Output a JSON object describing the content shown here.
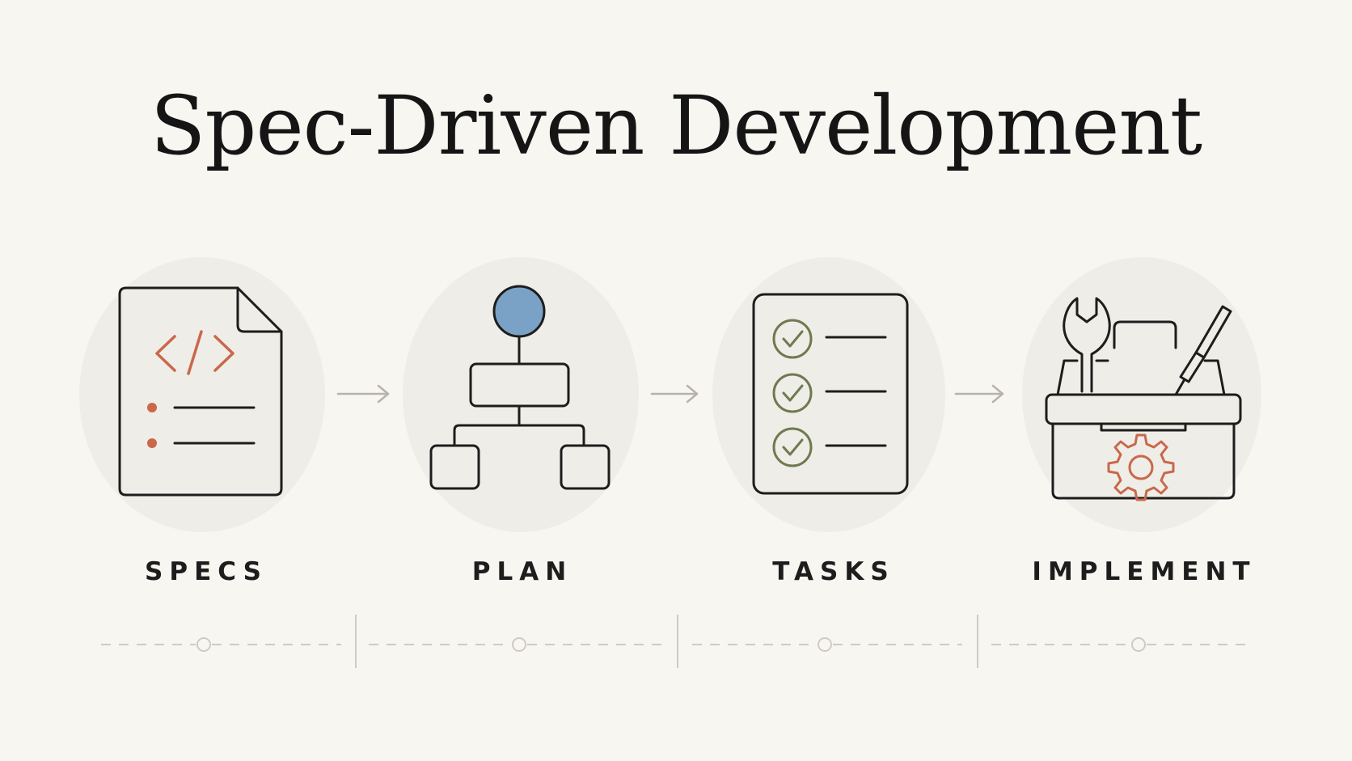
{
  "title": "Spec-Driven Development",
  "steps": [
    {
      "label": "SPECS",
      "icon": "code-document-icon"
    },
    {
      "label": "PLAN",
      "icon": "hierarchy-tree-icon"
    },
    {
      "label": "TASKS",
      "icon": "checklist-icon"
    },
    {
      "label": "IMPLEMENT",
      "icon": "toolbox-icon"
    }
  ],
  "colors": {
    "background": "#f8f6f1",
    "circle": "#efede7",
    "stroke": "#1d1d1d",
    "accent_orange": "#c9684a",
    "accent_blue": "#7aa2c6",
    "accent_green": "#6f7a50",
    "arrow": "#b7b3ab",
    "timeline": "#cfcbc3"
  }
}
